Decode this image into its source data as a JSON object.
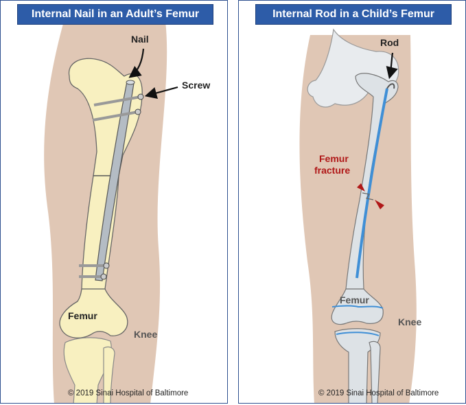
{
  "left_panel": {
    "title": "Internal Nail in an Adult’s Femur",
    "labels": {
      "nail": "Nail",
      "screw": "Screw",
      "femur": "Femur",
      "knee": "Knee"
    },
    "copyright": "© 2019 Sinai Hospital of Baltimore"
  },
  "right_panel": {
    "title": "Internal Rod in a Child’s Femur",
    "labels": {
      "rod": "Rod",
      "fracture_line1": "Femur",
      "fracture_line2": "fracture",
      "femur": "Femur",
      "knee": "Knee"
    },
    "copyright": "© 2019 Sinai Hospital of Baltimore"
  },
  "colors": {
    "title_bg": "#2d5ca8",
    "skin": "#e0c7b5",
    "bone_adult": "#f8f0c0",
    "bone_child": "#dde2e6",
    "implant": "#b4bcc4",
    "fracture_marker": "#b01818",
    "cartilage": "#3f8fd6"
  }
}
